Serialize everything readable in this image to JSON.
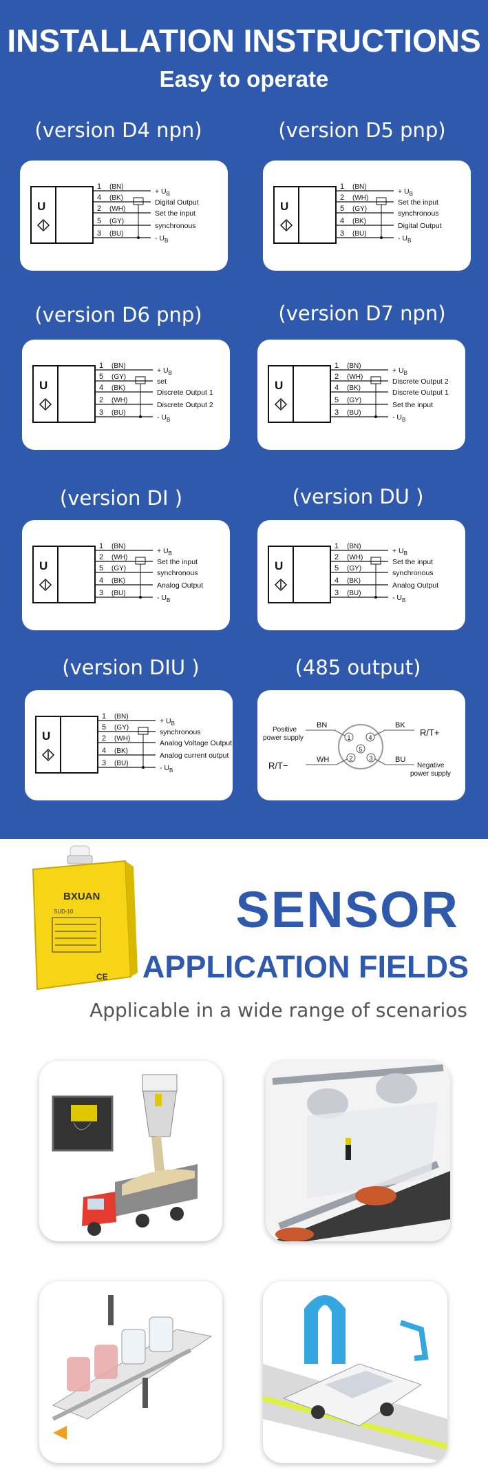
{
  "header": {
    "title": "INSTALLATION INSTRUCTIONS",
    "subtitle": "Easy to operate"
  },
  "versions": [
    {
      "label": "(version D4 npn)",
      "pins": [
        {
          "num": "1",
          "color": "(BN)",
          "text": "+ U",
          "sub": "B"
        },
        {
          "num": "4",
          "color": "(BK)",
          "text": "Digital Output",
          "sub": ""
        },
        {
          "num": "2",
          "color": "(WH)",
          "text": "Set the input",
          "sub": ""
        },
        {
          "num": "5",
          "color": "(GY)",
          "text": "synchronous",
          "sub": ""
        },
        {
          "num": "3",
          "color": "(BU)",
          "text": "- U",
          "sub": "B"
        }
      ]
    },
    {
      "label": "(version D5 pnp)",
      "pins": [
        {
          "num": "1",
          "color": "(BN)",
          "text": "+ U",
          "sub": "B"
        },
        {
          "num": "2",
          "color": "(WH)",
          "text": "Set the input",
          "sub": ""
        },
        {
          "num": "5",
          "color": "(GY)",
          "text": "synchronous",
          "sub": ""
        },
        {
          "num": "4",
          "color": "(BK)",
          "text": "Digital Output",
          "sub": ""
        },
        {
          "num": "3",
          "color": "(BU)",
          "text": "- U",
          "sub": "B"
        }
      ]
    },
    {
      "label": "(version D6 pnp)",
      "pins": [
        {
          "num": "1",
          "color": "(BN)",
          "text": "+ U",
          "sub": "B"
        },
        {
          "num": "5",
          "color": "(GY)",
          "text": "set",
          "sub": ""
        },
        {
          "num": "4",
          "color": "(BK)",
          "text": "Discrete Output 1",
          "sub": ""
        },
        {
          "num": "2",
          "color": "(WH)",
          "text": "Discrete Output 2",
          "sub": ""
        },
        {
          "num": "3",
          "color": "(BU)",
          "text": "- U",
          "sub": "B"
        }
      ]
    },
    {
      "label": "(version D7 npn)",
      "pins": [
        {
          "num": "1",
          "color": "(BN)",
          "text": "+ U",
          "sub": "B"
        },
        {
          "num": "2",
          "color": "(WH)",
          "text": "Discrete Output 2",
          "sub": ""
        },
        {
          "num": "4",
          "color": "(BK)",
          "text": "Discrete Output 1",
          "sub": ""
        },
        {
          "num": "5",
          "color": "(GY)",
          "text": "Set the input",
          "sub": ""
        },
        {
          "num": "3",
          "color": "(BU)",
          "text": "- U",
          "sub": "B"
        }
      ]
    },
    {
      "label": "(version DI )",
      "pins": [
        {
          "num": "1",
          "color": "(BN)",
          "text": "+ U",
          "sub": "B"
        },
        {
          "num": "2",
          "color": "(WH)",
          "text": "Set the input",
          "sub": ""
        },
        {
          "num": "5",
          "color": "(GY)",
          "text": "synchronous",
          "sub": ""
        },
        {
          "num": "4",
          "color": "(BK)",
          "text": "Analog Output",
          "sub": ""
        },
        {
          "num": "3",
          "color": "(BU)",
          "text": "- U",
          "sub": "B"
        }
      ]
    },
    {
      "label": "(version DU )",
      "pins": [
        {
          "num": "1",
          "color": "(BN)",
          "text": "+ U",
          "sub": "B"
        },
        {
          "num": "2",
          "color": "(WH)",
          "text": "Set the input",
          "sub": ""
        },
        {
          "num": "5",
          "color": "(GY)",
          "text": "synchronous",
          "sub": ""
        },
        {
          "num": "4",
          "color": "(BK)",
          "text": "Analog Output",
          "sub": ""
        },
        {
          "num": "3",
          "color": "(BU)",
          "text": "- U",
          "sub": "B"
        }
      ]
    },
    {
      "label": "(version DIU )",
      "pins": [
        {
          "num": "1",
          "color": "(BN)",
          "text": "+ U",
          "sub": "B"
        },
        {
          "num": "5",
          "color": "(GY)",
          "text": "synchronous",
          "sub": ""
        },
        {
          "num": "2",
          "color": "(WH)",
          "text": "Analog Voltage Output",
          "sub": ""
        },
        {
          "num": "4",
          "color": "(BK)",
          "text": "Analog current output",
          "sub": ""
        },
        {
          "num": "3",
          "color": "(BU)",
          "text": "- U",
          "sub": "B"
        }
      ]
    }
  ],
  "rs485": {
    "label": "(485 output)",
    "bn": "BN",
    "bk": "BK",
    "wh": "WH",
    "bu": "BU",
    "pos_l1": "Positive",
    "pos_l2": "power supply",
    "neg_l1": "Negative",
    "neg_l2": "power supply",
    "rt_plus": "R/T+",
    "rt_minus": "R/T−",
    "n1": "1",
    "n2": "2",
    "n3": "3",
    "n4": "4",
    "n5": "5"
  },
  "sensor_box": {
    "sensor_symbol": "U"
  },
  "product": {
    "brand": "BXUAN",
    "model": "SUD-10",
    "ce": "CE"
  },
  "section2": {
    "title": "SENSOR",
    "subtitle": "APPLICATION FIELDS",
    "tagline": "Applicable in a wide range of scenarios"
  },
  "colors": {
    "brand_blue": "#2f59ad",
    "product_yellow": "#f5d515"
  }
}
